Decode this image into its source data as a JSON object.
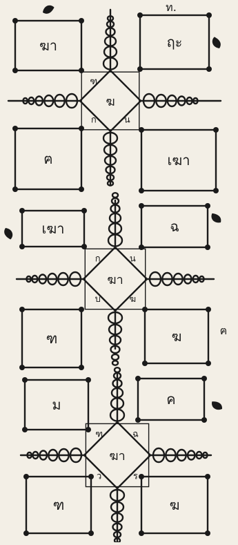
{
  "colors": {
    "paper": "#f3efe6",
    "ink": "#1a1a1a"
  },
  "panels": [
    {
      "squares": {
        "top_left": "ฆา",
        "top_right": "ฤะ",
        "bottom_left": "ฅ",
        "bottom_right": "เฆา"
      },
      "diamond_center": "ฆ",
      "diamond_corners": {
        "top_left": "ฑ",
        "top_right": "",
        "bottom_left": "ก",
        "bottom_right": "น"
      },
      "side_marks": {
        "top_left": "",
        "top_right": "ท.",
        "right": "",
        "bottom_right": ""
      }
    },
    {
      "squares": {
        "top_left": "เฆา",
        "top_right": "ฉ",
        "bottom_left": "ฑ",
        "bottom_right": "ฆ"
      },
      "diamond_center": "ฆา",
      "diamond_corners": {
        "top_left": "ก",
        "top_right": "น",
        "bottom_left": "บ",
        "bottom_right": "ฆ"
      },
      "side_marks": {
        "top_left": "",
        "top_right": "",
        "right": "ฅ",
        "bottom_right": ""
      }
    },
    {
      "squares": {
        "top_left": "ม",
        "top_right": "ค",
        "bottom_left": "ฑ",
        "bottom_right": "ฆ"
      },
      "diamond_center": "ฆา",
      "diamond_corners": {
        "top_left": "ฑ",
        "top_right": "ฉ",
        "bottom_left": "ว",
        "bottom_right": "ร"
      },
      "side_marks": {
        "top_left": "",
        "top_right": "",
        "right": "",
        "bottom_right": ""
      }
    }
  ]
}
